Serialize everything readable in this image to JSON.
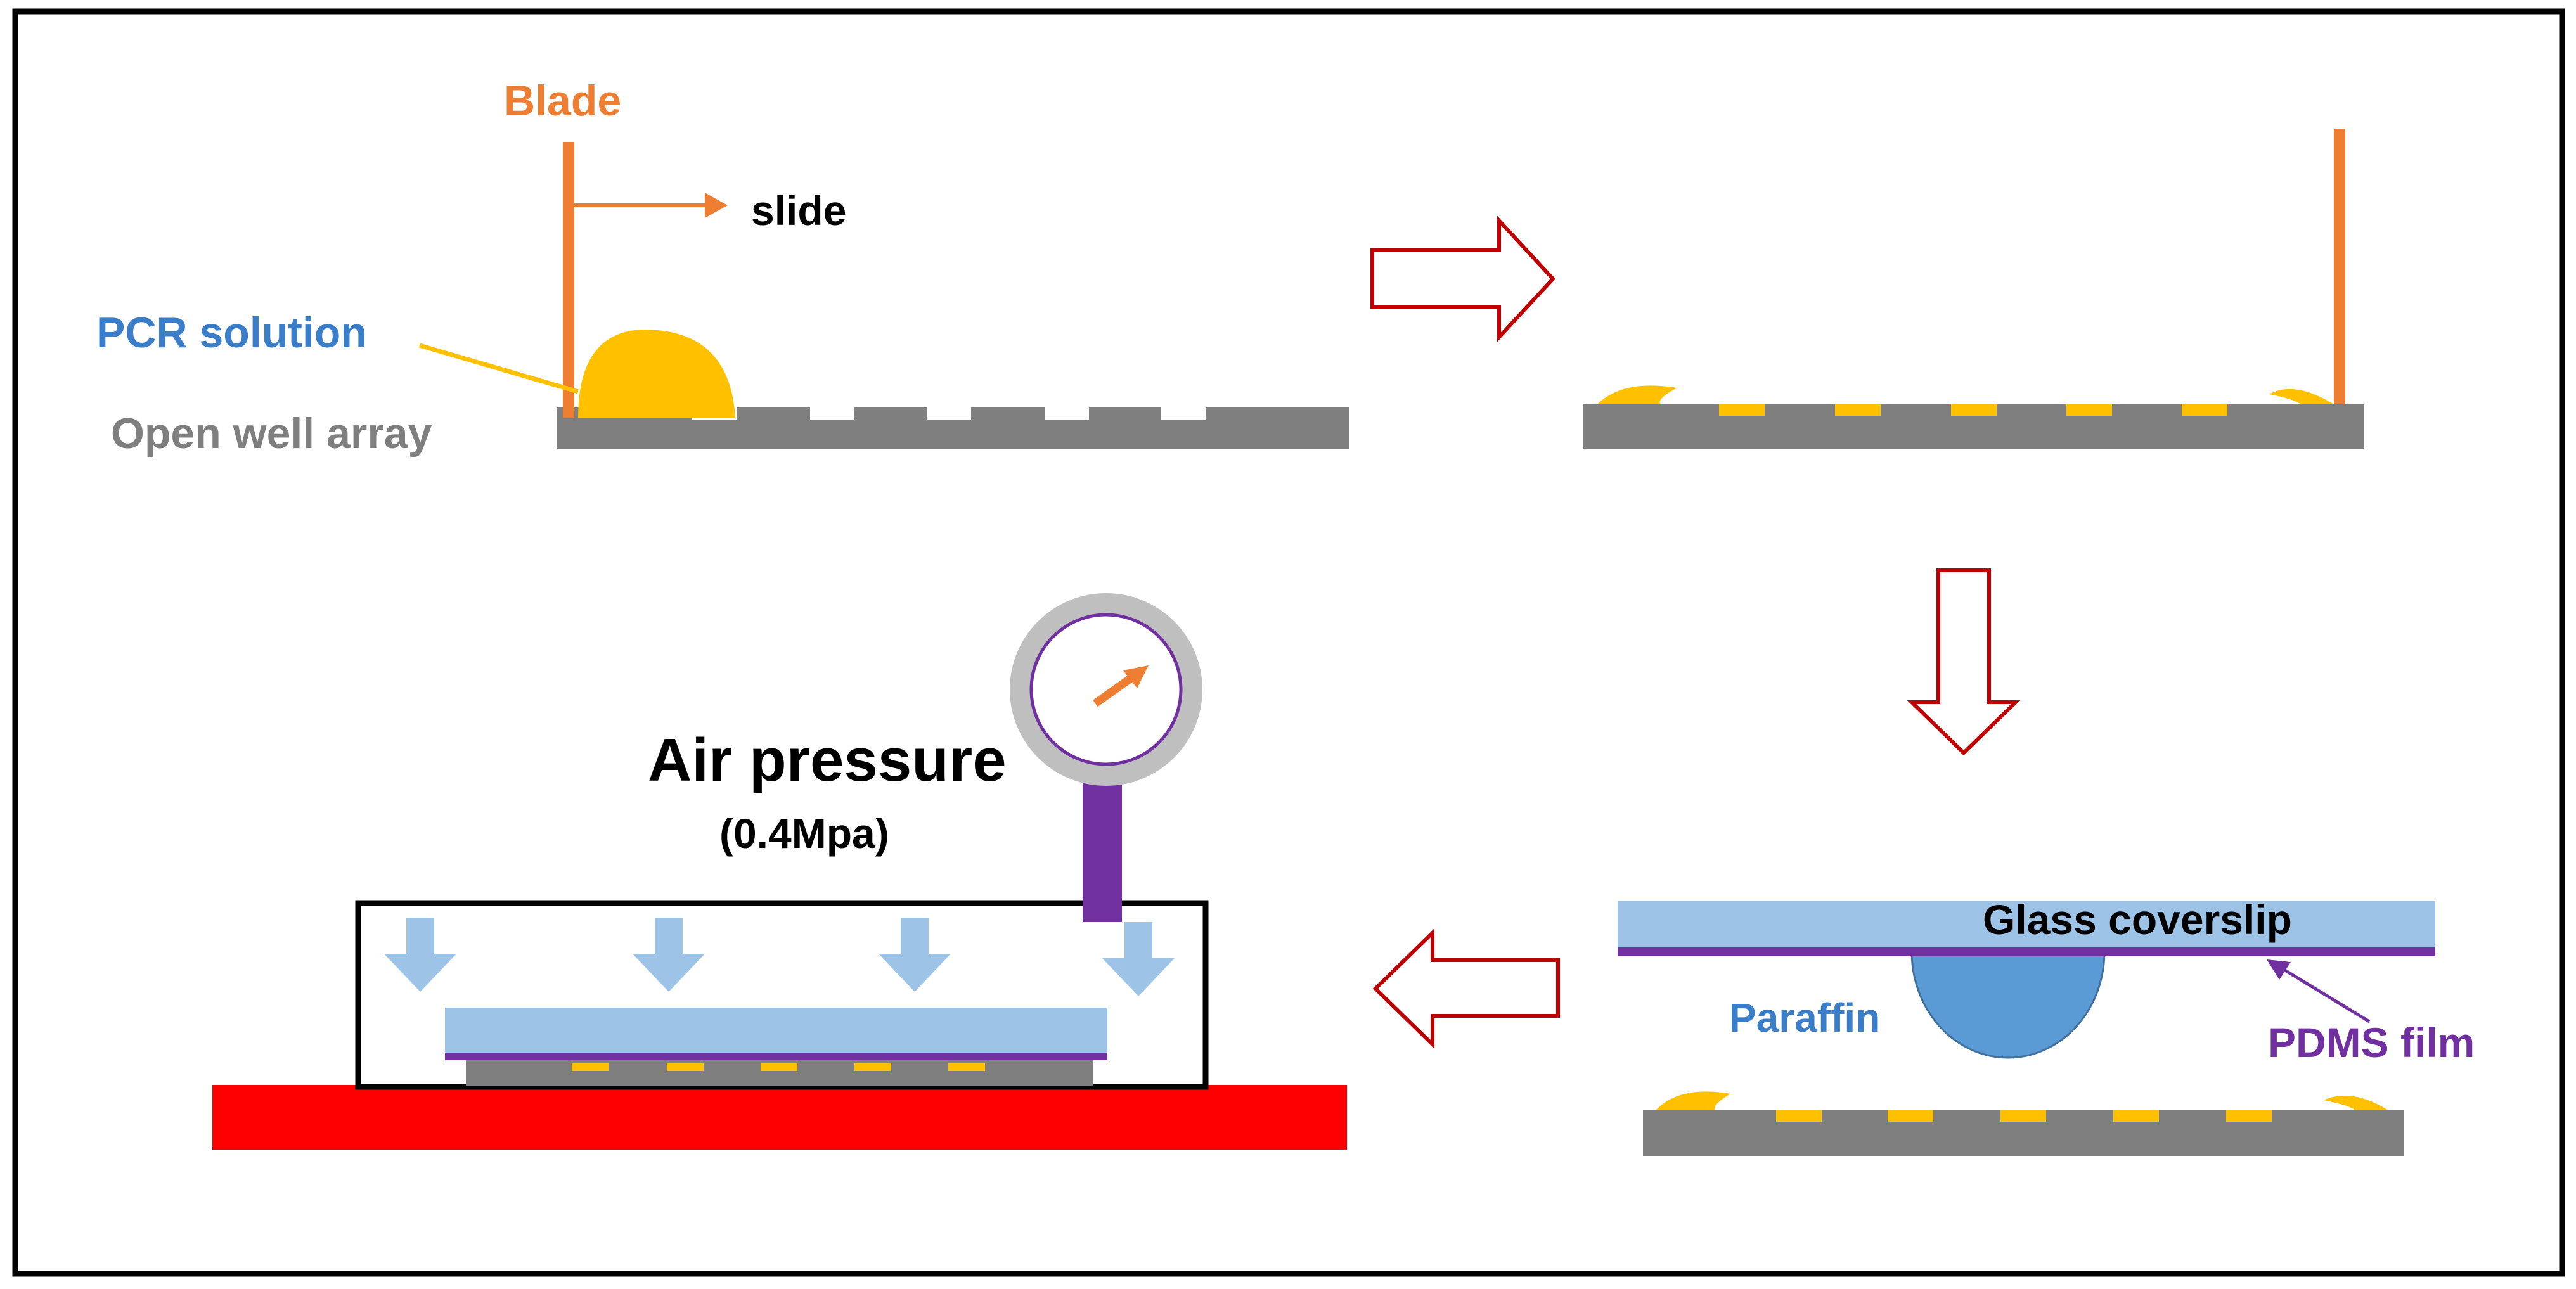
{
  "labels": {
    "blade": "Blade",
    "slide": "slide",
    "pcr_solution": "PCR solution",
    "open_well_array": "Open well array",
    "air_pressure": "Air pressure",
    "pressure_value": "(0.4Mpa)",
    "glass_coverslip": "Glass coverslip",
    "paraffin": "Paraffin",
    "pdms_film": "PDMS film"
  },
  "colors": {
    "blade": "#ED7D31",
    "pcr_solution": "#FFC000",
    "well_array": "#7F7F7F",
    "coverslip": "#9DC3E6",
    "paraffin": "#5B9BD5",
    "pdms_film": "#7030A0",
    "heater": "#FF0000",
    "step_arrow_outline": "#C00000",
    "gauge_ring": "#BFBFBF"
  },
  "steps": [
    {
      "name": "blade sliding PCR solution over open well array"
    },
    {
      "name": "wells filled after sliding"
    },
    {
      "name": "sealing with paraffin and PDMS-coated glass coverslip"
    },
    {
      "name": "air pressure applied in chamber"
    }
  ],
  "icons": {
    "step_arrow": "hollow-block-arrow-icon",
    "pressure_arrow": "down-arrow-icon",
    "gauge": "pressure-gauge-icon"
  }
}
